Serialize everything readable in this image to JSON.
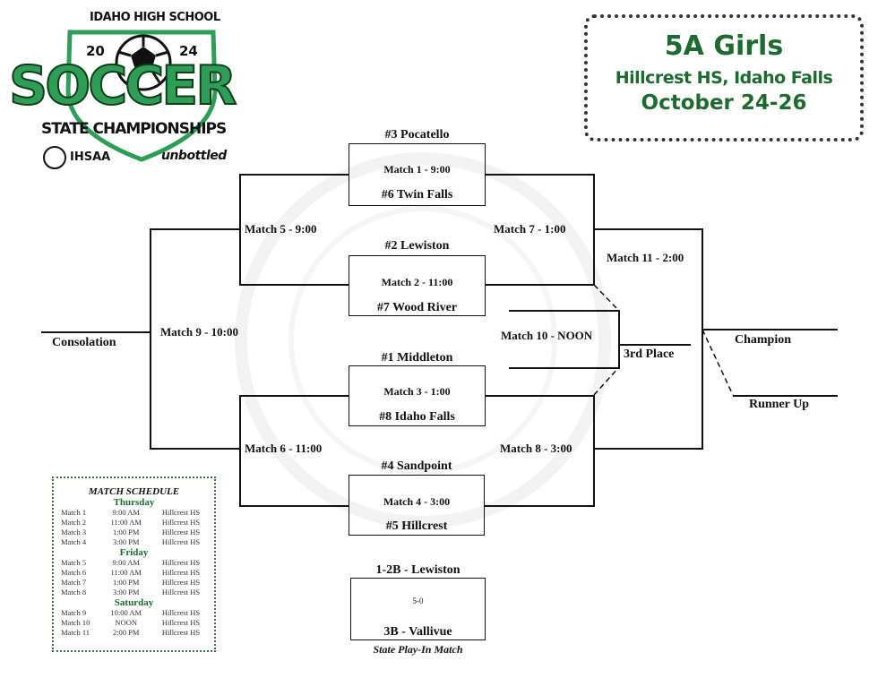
{
  "logo": {
    "top_text": "IDAHO HIGH SCHOOL",
    "year_left": "20",
    "year_right": "24",
    "main": "SOCCER",
    "sub": "STATE CHAMPIONSHIPS",
    "org": "IHSAA",
    "sponsor": "unbottled"
  },
  "header": {
    "division": "5A Girls",
    "venue": "Hillcrest HS, Idaho Falls",
    "dates": "October 24-26"
  },
  "teams": {
    "pocatello": "#3 Pocatello",
    "twin_falls": "#6 Twin Falls",
    "lewiston": "#2 Lewiston",
    "wood_river": "#7 Wood River",
    "middleton": "#1 Middleton",
    "idaho_falls": "#8 Idaho Falls",
    "sandpoint": "#4 Sandpoint",
    "hillcrest": "#5 Hillcrest"
  },
  "matches": {
    "m1": "Match 1 - 9:00",
    "m2": "Match 2 - 11:00",
    "m3": "Match 3 - 1:00",
    "m4": "Match 4 - 3:00",
    "m5": "Match 5 - 9:00",
    "m6": "Match 6 - 11:00",
    "m7": "Match 7 - 1:00",
    "m8": "Match 8 - 3:00",
    "m9": "Match 9 - 10:00",
    "m10": "Match 10 - NOON",
    "m11": "Match 11 - 2:00"
  },
  "results": {
    "consolation": "Consolation",
    "third": "3rd Place",
    "champion": "Champion",
    "runner_up": "Runner Up"
  },
  "playin": {
    "top": "1-2B - Lewiston",
    "score": "5-0",
    "bottom": "3B - Vallivue",
    "caption": "State Play-In Match"
  },
  "schedule": {
    "title": "MATCH SCHEDULE",
    "days": [
      {
        "day": "Thursday",
        "rows": [
          {
            "match": "Match 1",
            "time": "9:00 AM",
            "site": "Hillcrest HS"
          },
          {
            "match": "Match 2",
            "time": "11:00 AM",
            "site": "Hillcrest HS"
          },
          {
            "match": "Match 3",
            "time": "1:00 PM",
            "site": "Hillcrest HS"
          },
          {
            "match": "Match 4",
            "time": "3:00 PM",
            "site": "Hillcrest HS"
          }
        ]
      },
      {
        "day": "Friday",
        "rows": [
          {
            "match": "Match 5",
            "time": "9:00 AM",
            "site": "Hillcrest HS"
          },
          {
            "match": "Match 6",
            "time": "11:00 AM",
            "site": "Hillcrest HS"
          },
          {
            "match": "Match 7",
            "time": "1:00 PM",
            "site": "Hillcrest HS"
          },
          {
            "match": "Match 8",
            "time": "3:00 PM",
            "site": "Hillcrest HS"
          }
        ]
      },
      {
        "day": "Saturday",
        "rows": [
          {
            "match": "Match 9",
            "time": "10:00 AM",
            "site": "Hillcrest HS"
          },
          {
            "match": "Match 10",
            "time": "NOON",
            "site": "Hillcrest HS"
          },
          {
            "match": "Match 11",
            "time": "2:00 PM",
            "site": "Hillcrest HS"
          }
        ]
      }
    ]
  },
  "colors": {
    "brand_green": "#1d6b2e",
    "logo_green": "#2e9e57",
    "line": "#111111"
  }
}
